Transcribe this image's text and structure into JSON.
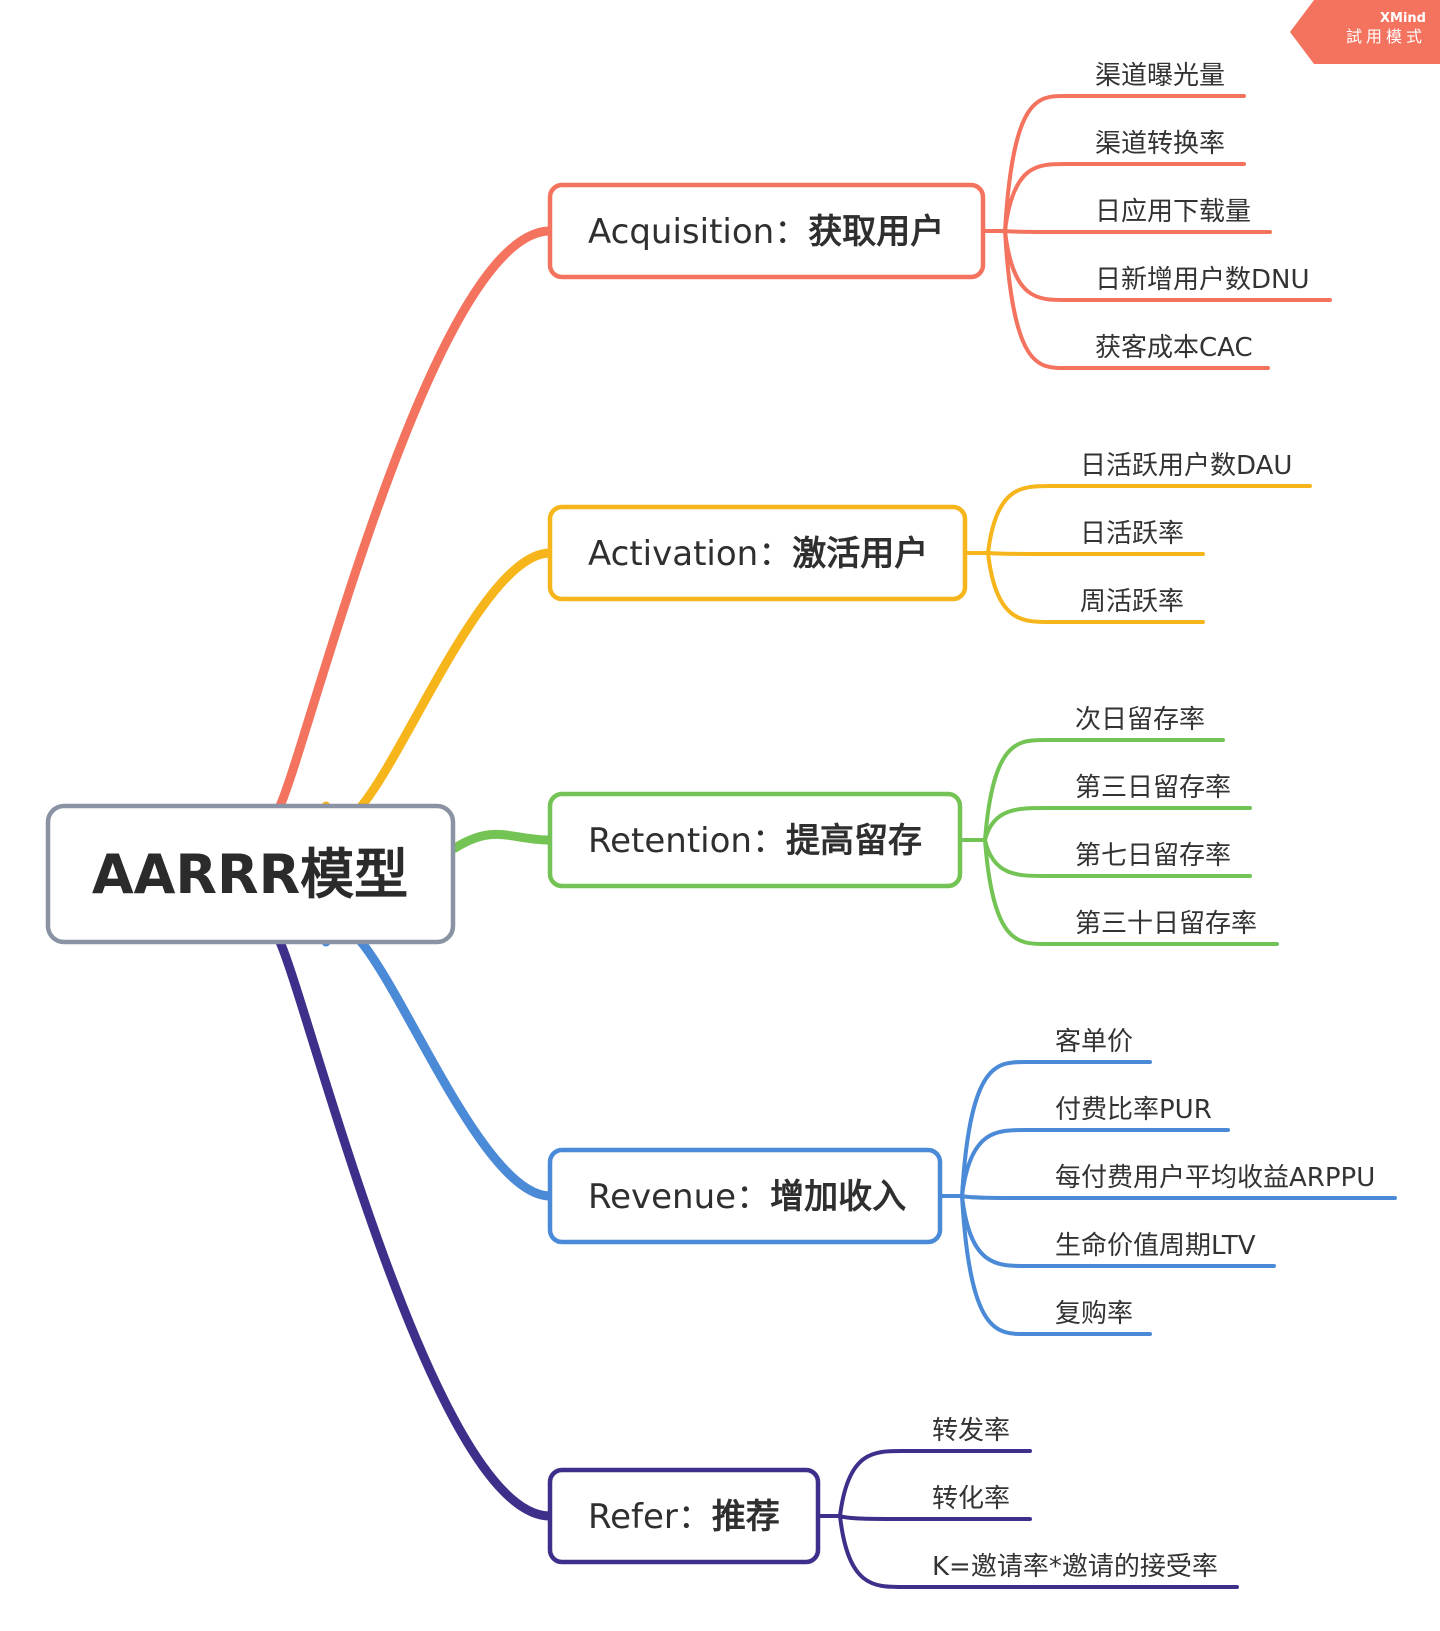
{
  "watermark": {
    "brand": "XMind",
    "mode": "試用模式",
    "color": "#f4735f"
  },
  "root": {
    "label": "AARRR模型",
    "border_color": "#8a93a3"
  },
  "branches": [
    {
      "id": "acquisition",
      "label_en": "Acquisition：",
      "label_cn": "获取用户",
      "color": "#f4735f",
      "leaves": [
        "渠道曝光量",
        "渠道转换率",
        "日应用下载量",
        "日新增用户数DNU",
        "获客成本CAC"
      ]
    },
    {
      "id": "activation",
      "label_en": "Activation：",
      "label_cn": "激活用户",
      "color": "#f6b51b",
      "leaves": [
        "日活跃用户数DAU",
        "日活跃率",
        "周活跃率"
      ]
    },
    {
      "id": "retention",
      "label_en": "Retention：",
      "label_cn": "提高留存",
      "color": "#74c455",
      "leaves": [
        "次日留存率",
        "第三日留存率",
        "第七日留存率",
        "第三十日留存率"
      ]
    },
    {
      "id": "revenue",
      "label_en": "Revenue：",
      "label_cn": "增加收入",
      "color": "#4a8ad7",
      "leaves": [
        "客单价",
        "付费比率PUR",
        "每付费用户平均收益ARPPU",
        "生命价值周期LTV",
        "复购率"
      ]
    },
    {
      "id": "refer",
      "label_en": "Refer：",
      "label_cn": "推荐",
      "color": "#3e2f8a",
      "leaves": [
        "转发率",
        "转化率",
        "K=邀请率*邀请的接受率"
      ]
    }
  ]
}
